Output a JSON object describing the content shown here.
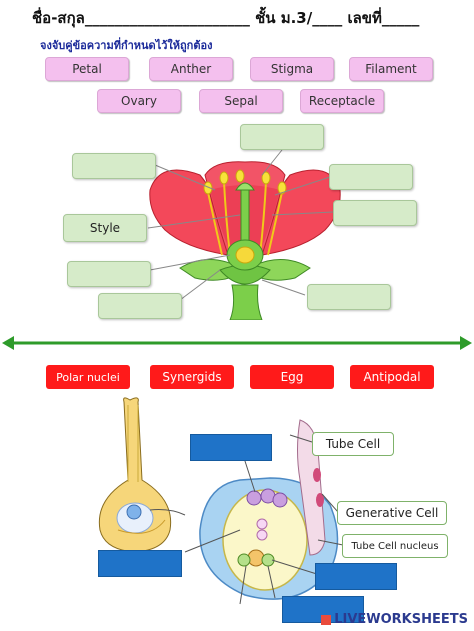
{
  "header": {
    "text": "ชื่อ-สกุล______________________ ชั้น ม.3/____ เลขที่_____",
    "instruction": "จงจับคู่ข้อความที่กำหนดไว้ให้ถูกต้อง"
  },
  "flower_terms": [
    "Petal",
    "Anther",
    "Stigma",
    "Filament",
    "Ovary",
    "Sepal",
    "Receptacle"
  ],
  "flower_labels": {
    "style": "Style"
  },
  "ovule_terms": [
    "Polar nuclei",
    "Synergids",
    "Egg",
    "Antipodal"
  ],
  "ovule_labels": {
    "tube_cell": "Tube Cell",
    "generative_cell": "Generative Cell",
    "tube_cell_nucleus": "Tube Cell nucleus"
  },
  "brand": "LIVEWORKSHEETS",
  "colors": {
    "chip_pink": "#f4c0ee",
    "answer_green": "#d6ebc9",
    "term_red": "#ff1a1a",
    "answer_blue": "#1f73c8",
    "divider_green": "#2e9b2a"
  }
}
